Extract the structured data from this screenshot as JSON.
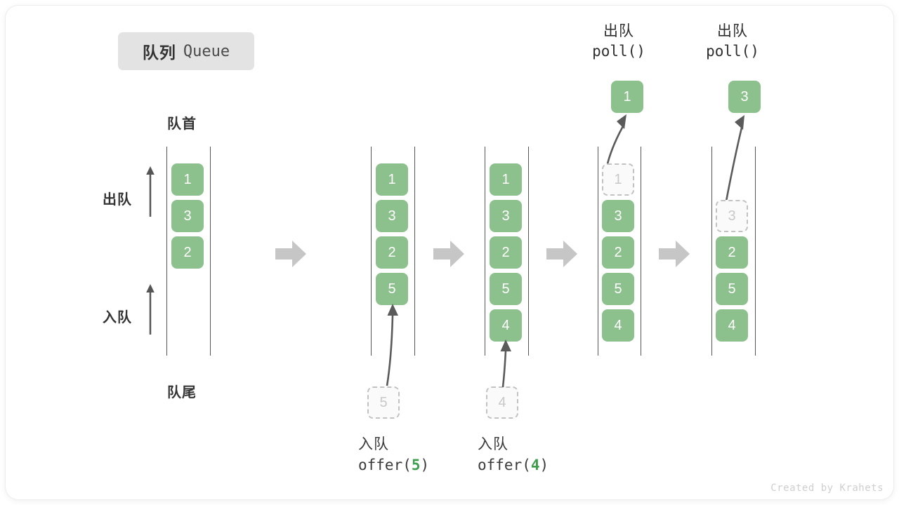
{
  "title": {
    "cn": "队列",
    "en": "Queue"
  },
  "labels": {
    "front": "队首",
    "rear": "队尾",
    "dequeue": "出队",
    "enqueue": "入队"
  },
  "colors": {
    "element": "#8cc08c",
    "element_text": "#ffffff",
    "ghost_border": "#c2c2c2",
    "ghost_text": "#c8c8c8",
    "rail": "#555555",
    "flow_arrow": "#c6c6c6",
    "badge_bg": "#e3e3e3",
    "highlight_number": "#3f9e4d"
  },
  "columns": [
    {
      "name": "initial",
      "cells": [
        {
          "value": "1",
          "state": "filled"
        },
        {
          "value": "3",
          "state": "filled"
        },
        {
          "value": "2",
          "state": "filled"
        }
      ]
    },
    {
      "name": "after-offer-5",
      "cells": [
        {
          "value": "1",
          "state": "filled"
        },
        {
          "value": "3",
          "state": "filled"
        },
        {
          "value": "2",
          "state": "filled"
        },
        {
          "value": "5",
          "state": "filled"
        }
      ],
      "incoming": {
        "value": "5",
        "state": "ghost"
      },
      "caption": {
        "cn": "入队",
        "code_prefix": "offer(",
        "code_num": "5",
        "code_suffix": ")"
      }
    },
    {
      "name": "after-offer-4",
      "cells": [
        {
          "value": "1",
          "state": "filled"
        },
        {
          "value": "3",
          "state": "filled"
        },
        {
          "value": "2",
          "state": "filled"
        },
        {
          "value": "5",
          "state": "filled"
        },
        {
          "value": "4",
          "state": "filled"
        }
      ],
      "incoming": {
        "value": "4",
        "state": "ghost"
      },
      "caption": {
        "cn": "入队",
        "code_prefix": "offer(",
        "code_num": "4",
        "code_suffix": ")"
      }
    },
    {
      "name": "after-poll-1",
      "cells": [
        {
          "value": "1",
          "state": "ghost"
        },
        {
          "value": "3",
          "state": "filled"
        },
        {
          "value": "2",
          "state": "filled"
        },
        {
          "value": "5",
          "state": "filled"
        },
        {
          "value": "4",
          "state": "filled"
        }
      ],
      "popped": {
        "value": "1",
        "state": "filled"
      },
      "caption": {
        "cn": "出队",
        "code": "poll()"
      }
    },
    {
      "name": "after-poll-3",
      "cells": [
        {
          "value": "",
          "state": "empty"
        },
        {
          "value": "3",
          "state": "ghost"
        },
        {
          "value": "2",
          "state": "filled"
        },
        {
          "value": "5",
          "state": "filled"
        },
        {
          "value": "4",
          "state": "filled"
        }
      ],
      "popped": {
        "value": "3",
        "state": "filled"
      },
      "caption": {
        "cn": "出队",
        "code": "poll()"
      }
    }
  ],
  "credit": "Created by Krahets"
}
